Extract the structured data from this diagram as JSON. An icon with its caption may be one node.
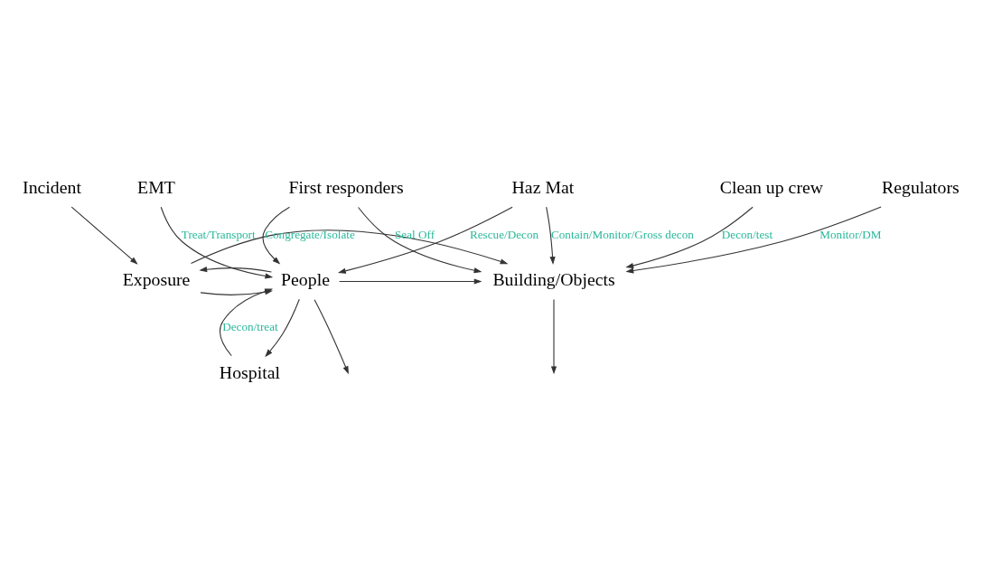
{
  "diagram": {
    "nodes": [
      {
        "text": [
          "Incident"
        ]
      },
      {
        "text": [
          "Building/Objects"
        ]
      },
      {
        "text": [
          "Exposure"
        ]
      },
      {
        "text": [
          "People"
        ]
      },
      {
        "text": [
          "First responders"
        ]
      },
      {
        "text": [
          "Haz Mat"
        ]
      },
      {
        "text": [
          "EMT"
        ]
      },
      {
        "text": [
          "Clean up crew"
        ]
      },
      {
        "text": [
          "Hospital"
        ]
      },
      {
        "text": [
          "Regulators"
        ]
      }
    ],
    "edges": [
      {
        "from": 0,
        "to": 2,
        "arrow": "to"
      },
      {
        "from": 2,
        "to": 1,
        "arrow": "to"
      },
      {
        "from": 2,
        "to": 3,
        "arrow": "to"
      },
      {
        "from": 1,
        "to": null,
        "arrow": "to"
      },
      {
        "from": 3,
        "to": null,
        "arrow": "to"
      },
      {
        "from": 3,
        "to": 1,
        "arrow": "to"
      },
      {
        "from": 3,
        "to": 2,
        "arrow": "to"
      },
      {
        "from": 4,
        "to": 1,
        "arrow": "to",
        "label": "Seal Off"
      },
      {
        "from": 4,
        "to": 3,
        "arrow": "to",
        "label": "Congregate/Isolate"
      },
      {
        "from": 5,
        "to": 1,
        "arrow": "to",
        "label": "Contain/Monitor/Gross decon"
      },
      {
        "from": 5,
        "to": 3,
        "arrow": "to",
        "label": "Rescue/Decon"
      },
      {
        "from": 6,
        "to": 3,
        "arrow": "to",
        "label": "Treat/Transport"
      },
      {
        "from": 7,
        "to": 1,
        "arrow": "to",
        "label": "Decon/test"
      },
      {
        "from": 8,
        "to": 3,
        "arrow": "to",
        "label": "Decon/treat"
      },
      {
        "from": 9,
        "to": 1,
        "arrow": "to",
        "label": "Monitor/DM"
      },
      {
        "from": 3,
        "to": 8,
        "arrow": "to"
      }
    ]
  }
}
